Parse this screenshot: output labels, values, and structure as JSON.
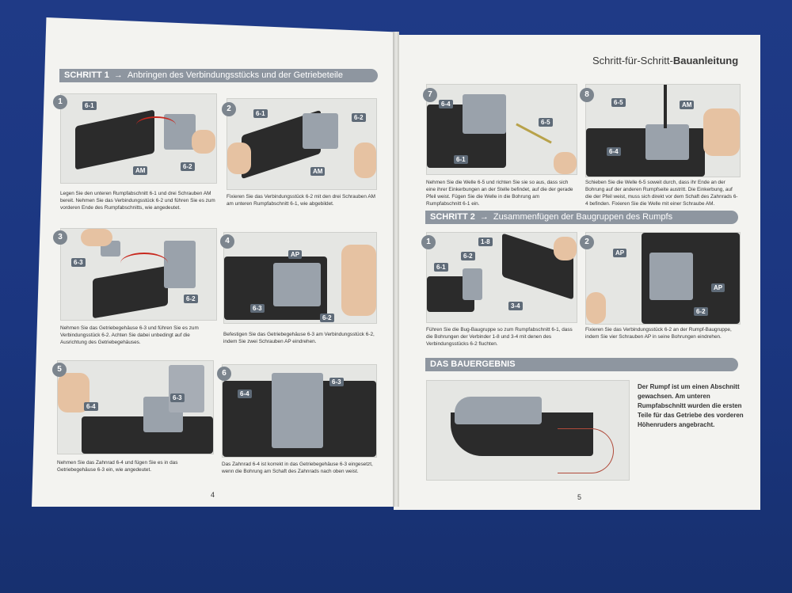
{
  "header": {
    "right_title_prefix": "Schritt-für-Schritt-",
    "right_title_bold": "Bauanleitung"
  },
  "step1": {
    "label": "SCHRITT 1",
    "arrow": "→",
    "title": "Anbringen des Verbindungsstücks und der Getriebeteile"
  },
  "step2": {
    "label": "SCHRITT 2",
    "arrow": "→",
    "title": "Zusammenfügen der Baugruppen des Rumpfs"
  },
  "result": {
    "label": "DAS BAUERGEBNIS",
    "text": "Der Rumpf ist um einen Abschnitt gewachsen. Am unteren Rumpfabschnitt wurden die ersten Teile für das Getriebe des vorderen Höhenruders angebracht."
  },
  "left_panels": [
    {
      "num": "1",
      "tags": [
        "6-1",
        "6-2",
        "AM"
      ],
      "caption": "Legen Sie den unteren Rumpfabschnitt 6-1 und drei Schrauben AM bereit. Nehmen Sie das Verbindungsstück 6-2 und führen Sie es zum vorderen Ende des Rumpfabschnitts, wie angedeutet."
    },
    {
      "num": "2",
      "tags": [
        "6-1",
        "6-2",
        "AM"
      ],
      "caption": "Fixieren Sie das Verbindungsstück 6-2 mit den drei Schrauben AM am unteren Rumpfabschnitt 6-1, wie abgebildet."
    },
    {
      "num": "3",
      "tags": [
        "6-3",
        "6-2"
      ],
      "caption": "Nehmen Sie das Getriebegehäuse 6-3 und führen Sie es zum Verbindungsstück 6-2. Achten Sie dabei unbedingt auf die Ausrichtung des Getriebegehäuses."
    },
    {
      "num": "4",
      "tags": [
        "AP",
        "6-3",
        "6-2"
      ],
      "caption": "Befestigen Sie das Getriebegehäuse 6-3 am Verbindungsstück 6-2, indem Sie zwei Schrauben AP eindrehen."
    },
    {
      "num": "5",
      "tags": [
        "6-4",
        "6-3"
      ],
      "caption": "Nehmen Sie das Zahnrad 6-4 und fügen Sie es in das Getriebegehäuse 6-3 ein, wie angedeutet."
    },
    {
      "num": "6",
      "tags": [
        "6-4",
        "6-3"
      ],
      "caption": "Das Zahnrad 6-4 ist korrekt in das Getriebegehäuse 6-3 eingesetzt, wenn die Bohrung am Schaft des Zahnrads nach oben weist."
    }
  ],
  "right_panels": [
    {
      "num": "7",
      "tags": [
        "6-4",
        "6-5",
        "6-1"
      ],
      "caption": "Nehmen Sie die Welle 6-5 und richten Sie sie so aus, dass sich eine ihrer Einkerbungen an der Stelle befindet, auf die der gerade Pfeil weist. Fügen Sie die Welle in die Bohrung am Rumpfabschnitt 6-1 ein."
    },
    {
      "num": "8",
      "tags": [
        "6-5",
        "AM",
        "6-4"
      ],
      "caption": "Schieben Sie die Welle 6-5 soweit durch, dass ihr Ende an der Bohrung auf der anderen Rumpfseite austritt. Die Einkerbung, auf die der Pfeil weist, muss sich direkt vor dem Schaft des Zahnrads 6-4 befinden. Fixieren Sie die Welle mit einer Schraube AM."
    },
    {
      "num": "1",
      "tags": [
        "1-8",
        "6-2",
        "6-1",
        "3-4"
      ],
      "caption": "Führen Sie die Bug-Baugruppe so zum Rumpfabschnitt 6-1, dass die Bohrungen der Verbinder 1-8 und 3-4 mit denen des Verbindungsstücks 6-2 fluchten."
    },
    {
      "num": "2",
      "tags": [
        "AP",
        "AP",
        "6-2"
      ],
      "caption": "Fixieren Sie das Verbindungsstück 6-2 an der Rumpf-Baugruppe, indem Sie vier Schrauben AP in seine Bohrungen eindrehen."
    }
  ],
  "page_numbers": {
    "left": "4",
    "right": "5"
  }
}
